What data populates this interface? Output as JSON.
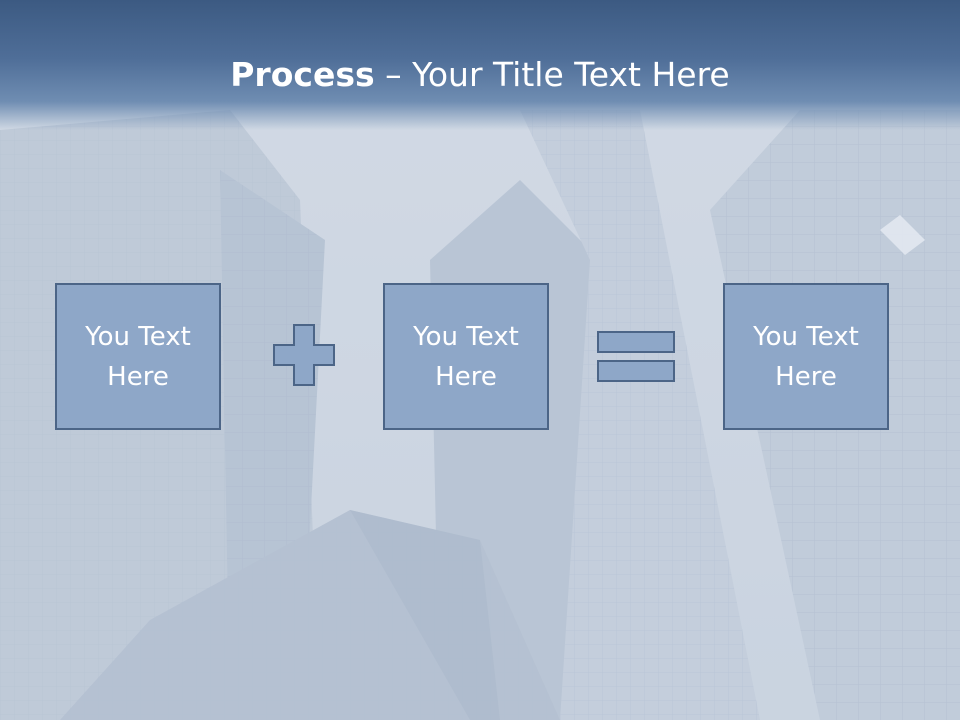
{
  "slide": {
    "title_bold": "Process",
    "title_rest": " – Your Title Text Here"
  },
  "process": {
    "boxes": [
      {
        "label": "You Text Here"
      },
      {
        "label": "You Text Here"
      },
      {
        "label": "You Text Here"
      }
    ],
    "operators": [
      "plus-icon",
      "equals-icon"
    ]
  },
  "colors": {
    "title_band": "#4f6e98",
    "box_fill": "#8ea7c8",
    "box_border": "#4c6587",
    "background": "#c9d3df"
  }
}
